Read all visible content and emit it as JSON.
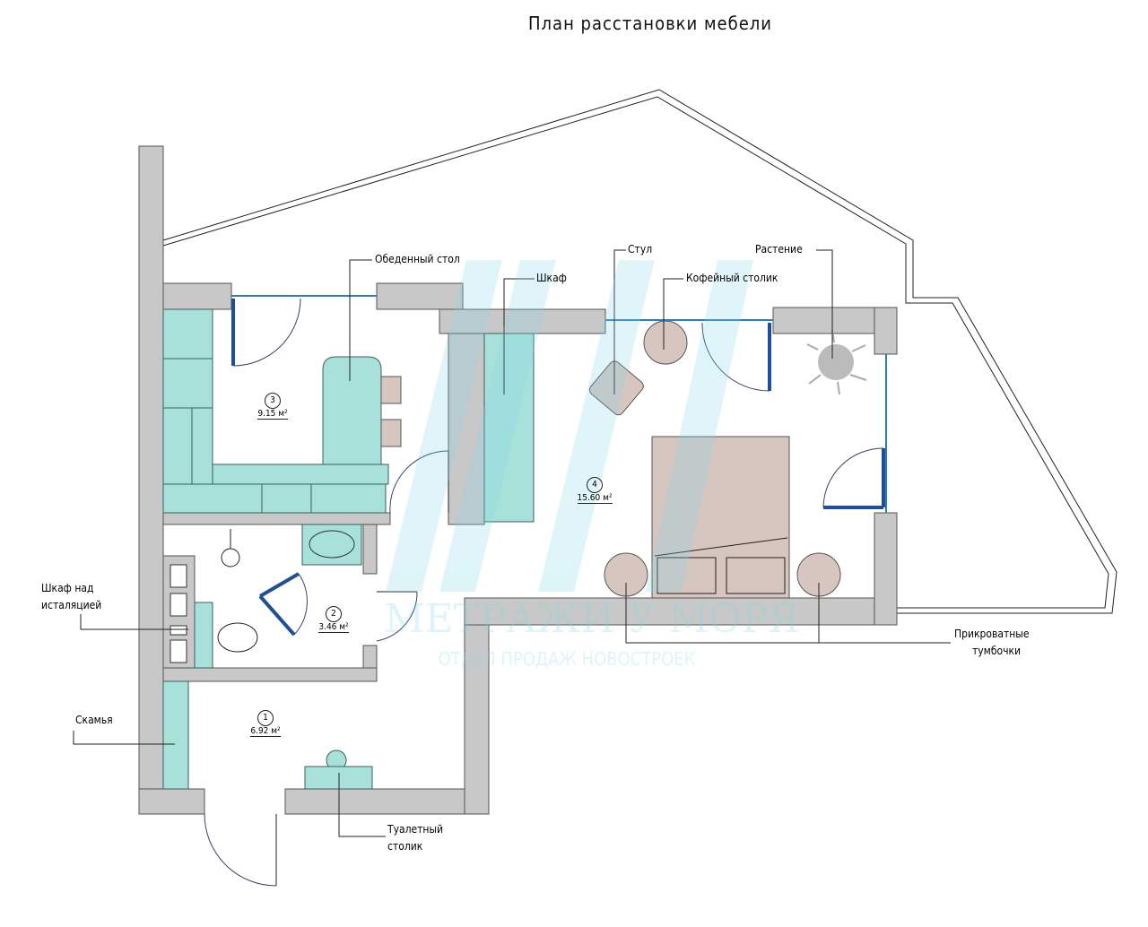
{
  "title": "План расстановки мебели",
  "labels": {
    "dining_table": "Обеденный стол",
    "wardrobe": "Шкаф",
    "chair": "Стул",
    "coffee_table": "Кофейный столик",
    "plant": "Растение",
    "cabinet_line1": "Шкаф над",
    "cabinet_line2": "исталяцией",
    "bench": "Скамья",
    "vanity_line1": "Туалетный",
    "vanity_line2": "столик",
    "nightstands_line1": "Прикроватные",
    "nightstands_line2": "тумбочки"
  },
  "rooms": [
    {
      "number": "1",
      "area": "6.92 м²"
    },
    {
      "number": "2",
      "area": "3.46 м²"
    },
    {
      "number": "3",
      "area": "9.15 м²"
    },
    {
      "number": "4",
      "area": "15.60 м²"
    }
  ],
  "watermark": {
    "line1": "МЕТРАЖИ У МОРЯ",
    "line2": "ОТДЕЛ ПРОДАЖ НОВОСТРОЕК"
  },
  "colors": {
    "wall": "#c8c8c8",
    "furniture": "#a8e0da",
    "bed": "#d7c6c0",
    "glass": "#2b7cc4"
  }
}
